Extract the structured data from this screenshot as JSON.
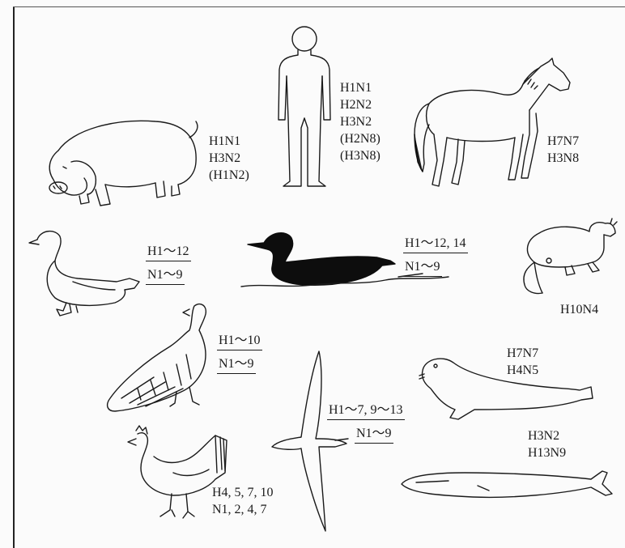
{
  "hosts": {
    "pig": {
      "icon": "pig-icon",
      "subtypes": [
        "H1N1",
        "H3N2",
        "(H1N2)"
      ]
    },
    "human": {
      "icon": "human-icon",
      "subtypes": [
        "H1N1",
        "H2N2",
        "H3N2",
        "(H2N8)",
        "(H3N8)"
      ]
    },
    "horse": {
      "icon": "horse-icon",
      "subtypes": [
        "H7N7",
        "H3N8"
      ]
    },
    "duck": {
      "icon": "duck-icon",
      "subtypes": [
        "H1～12",
        "N1～9"
      ]
    },
    "waterbird": {
      "icon": "waterbird-icon",
      "subtypes": [
        "H1～12, 14",
        "N1～9"
      ]
    },
    "mink": {
      "icon": "mink-icon",
      "subtypes": [
        "H10N4"
      ]
    },
    "turkey": {
      "icon": "turkey-icon",
      "subtypes": [
        "H1～10",
        "N1～9"
      ]
    },
    "seal": {
      "icon": "seal-icon",
      "subtypes": [
        "H7N7",
        "H4N5"
      ]
    },
    "seabird": {
      "icon": "seabird-icon",
      "subtypes": [
        "H1～7, 9～13",
        "N1～9"
      ]
    },
    "whale": {
      "icon": "whale-icon",
      "subtypes": [
        "H3N2",
        "H13N9"
      ]
    },
    "chicken": {
      "icon": "chicken-icon",
      "subtypes": [
        "H4, 5, 7, 10",
        "N1, 2, 4, 7"
      ]
    }
  }
}
